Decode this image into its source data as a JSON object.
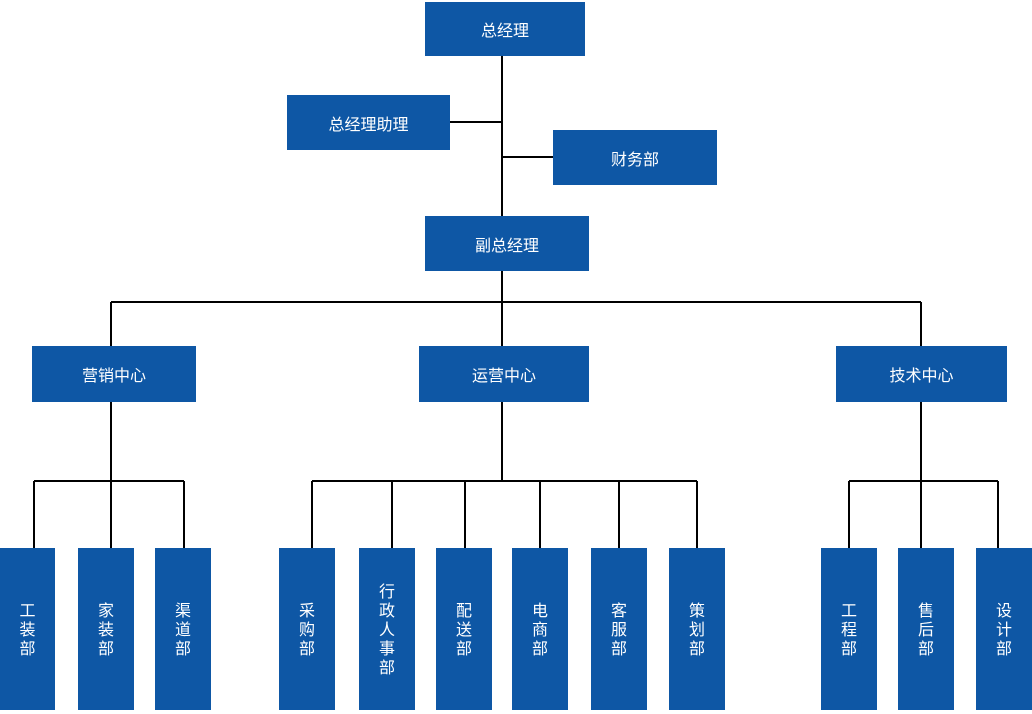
{
  "top": {
    "general_manager": "总经理",
    "gm_assistant": "总经理助理",
    "finance": "财务部",
    "deputy_gm": "副总经理"
  },
  "centers": [
    {
      "name": "营销中心",
      "departments": [
        "工装部",
        "家装部",
        "渠道部"
      ]
    },
    {
      "name": "运营中心",
      "departments": [
        "采购部",
        "行政人事部",
        "配送部",
        "电商部",
        "客服部",
        "策划部"
      ]
    },
    {
      "name": "技术中心",
      "departments": [
        "工程部",
        "售后部",
        "设计部"
      ]
    }
  ],
  "colors": {
    "box_fill": "#0e57a5",
    "text": "#ffffff",
    "line": "#000000"
  }
}
